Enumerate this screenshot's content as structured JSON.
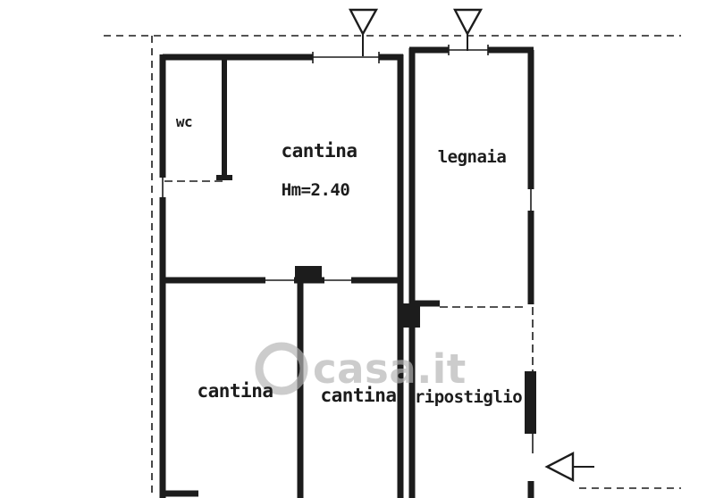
{
  "document": {
    "type": "floor-plan-scan",
    "colors": {
      "ink": "#1c1c1c",
      "paper": "#ffffff",
      "watermark": "#b5b5b5"
    },
    "rooms": {
      "wc": "wc",
      "cantina_top": "cantina",
      "legnaia": "legnaia",
      "cantina_bottom_left": "cantina",
      "cantina_bottom_middle": "cantina",
      "ripostiglio": "ripostiglio"
    },
    "annotations": {
      "ceiling_height": "Hm=2.40"
    },
    "watermark": {
      "text": "casa.it"
    },
    "symbols": {
      "arrow_top_left": "entrance-arrow-down",
      "arrow_top_right": "entrance-arrow-down",
      "arrow_side_right": "entrance-arrow-left"
    }
  }
}
